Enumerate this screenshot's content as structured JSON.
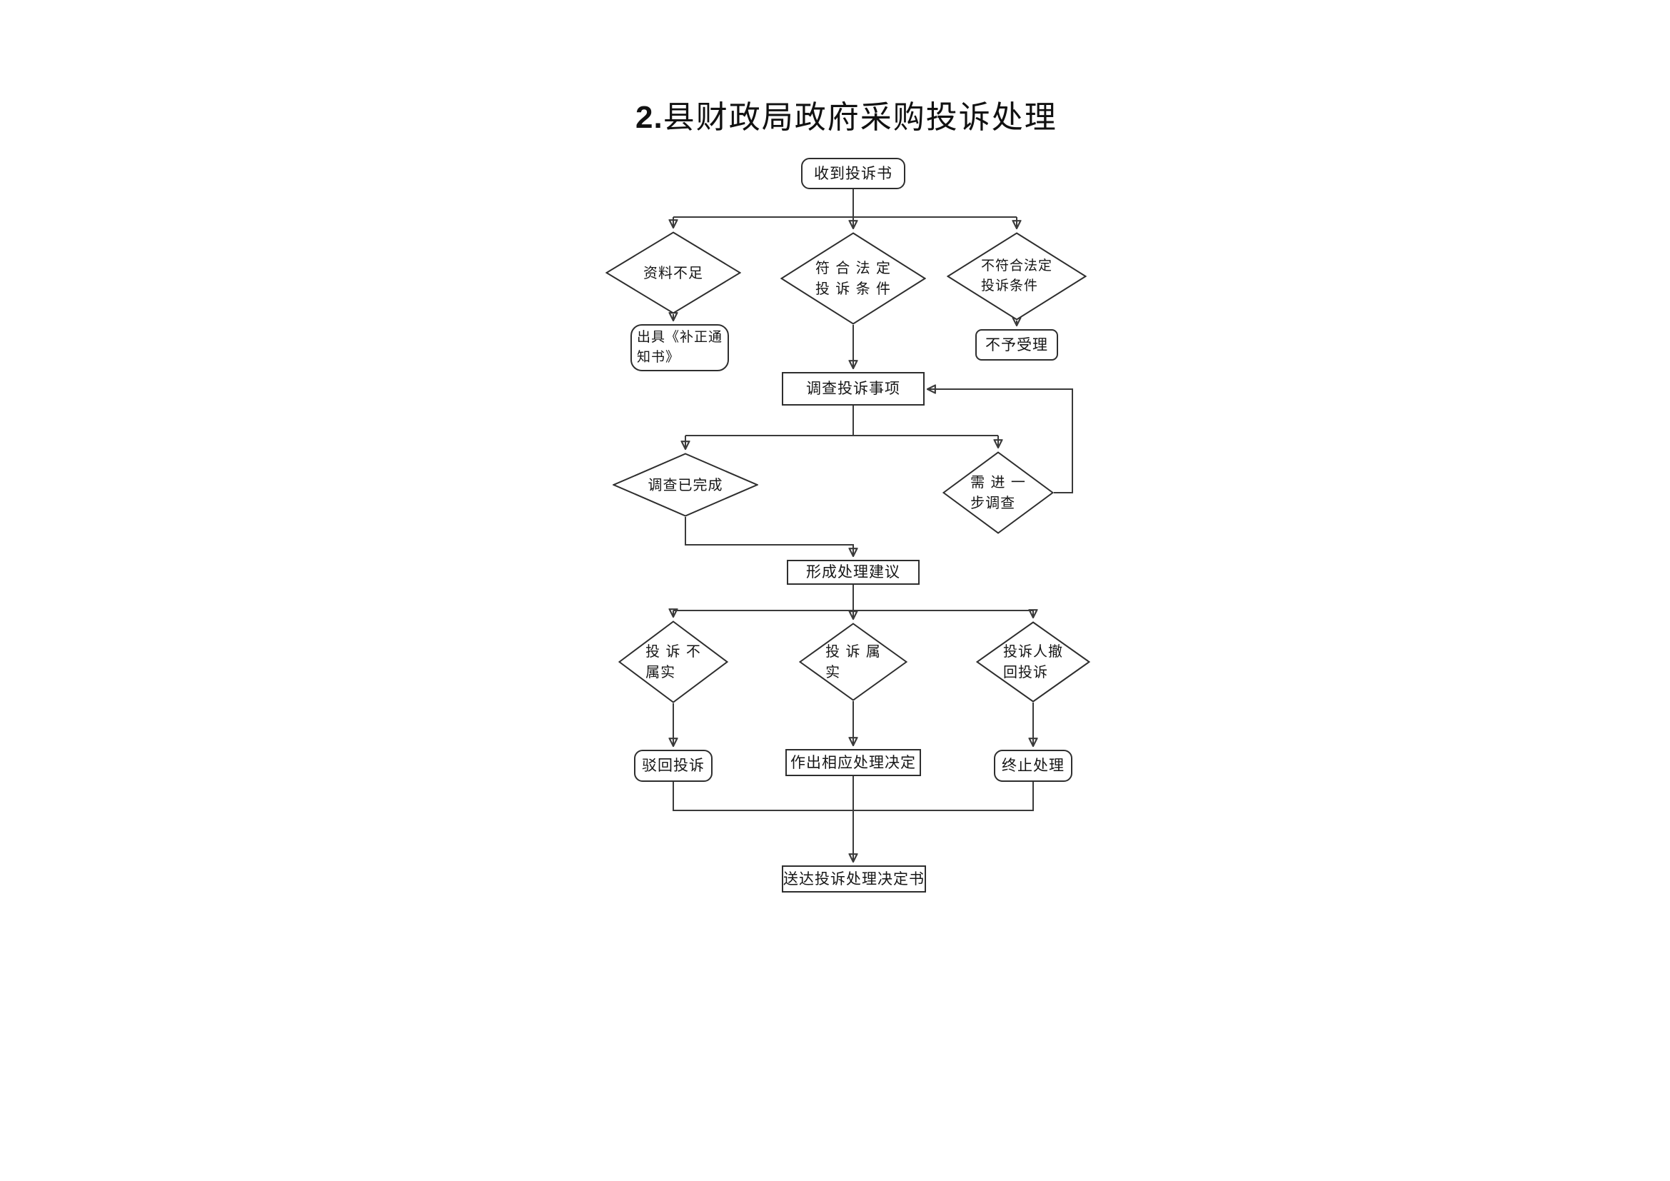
{
  "page": {
    "title_number": "2.",
    "title_text": "县财政局政府采购投诉处理"
  },
  "flowchart": {
    "nodes": {
      "receive": {
        "label": "收到投诉书"
      },
      "insufficient": {
        "label": "资料不足"
      },
      "meets_legal": {
        "label": [
          "符 合 法 定",
          "投 诉 条 件"
        ]
      },
      "not_meets_legal": {
        "label": [
          "不符合法定",
          "投诉条件"
        ]
      },
      "issue_notice": {
        "label": [
          "出具《补正通",
          "知书》"
        ]
      },
      "not_accept": {
        "label": "不予受理"
      },
      "investigate": {
        "label": "调查投诉事项"
      },
      "completed": {
        "label": "调查已完成"
      },
      "further": {
        "label": [
          "需 进 一",
          "步调查"
        ]
      },
      "form_suggestion": {
        "label": "形成处理建议"
      },
      "not_true": {
        "label": [
          "投 诉 不",
          "属实"
        ]
      },
      "is_true": {
        "label": [
          "投 诉 属",
          "实"
        ]
      },
      "withdraw": {
        "label": [
          "投诉人撤",
          "回投诉"
        ]
      },
      "reject": {
        "label": "驳回投诉"
      },
      "decision": {
        "label": "作出相应处理决定"
      },
      "terminate": {
        "label": "终止处理"
      },
      "deliver": {
        "label": "送达投诉处理决定书"
      }
    },
    "edges": [
      {
        "from": "receive",
        "to": "insufficient"
      },
      {
        "from": "receive",
        "to": "meets_legal"
      },
      {
        "from": "receive",
        "to": "not_meets_legal"
      },
      {
        "from": "insufficient",
        "to": "issue_notice"
      },
      {
        "from": "meets_legal",
        "to": "investigate"
      },
      {
        "from": "not_meets_legal",
        "to": "not_accept"
      },
      {
        "from": "investigate",
        "to": "completed"
      },
      {
        "from": "investigate",
        "to": "further"
      },
      {
        "from": "further",
        "to": "investigate"
      },
      {
        "from": "completed",
        "to": "form_suggestion"
      },
      {
        "from": "form_suggestion",
        "to": "not_true"
      },
      {
        "from": "form_suggestion",
        "to": "is_true"
      },
      {
        "from": "form_suggestion",
        "to": "withdraw"
      },
      {
        "from": "not_true",
        "to": "reject"
      },
      {
        "from": "is_true",
        "to": "decision"
      },
      {
        "from": "withdraw",
        "to": "terminate"
      },
      {
        "from": "reject",
        "to": "deliver"
      },
      {
        "from": "decision",
        "to": "deliver"
      },
      {
        "from": "terminate",
        "to": "deliver"
      }
    ],
    "line_color": "#3a3a3a",
    "box_border_color": "#2e2e2e",
    "background_color": "#ffffff"
  }
}
